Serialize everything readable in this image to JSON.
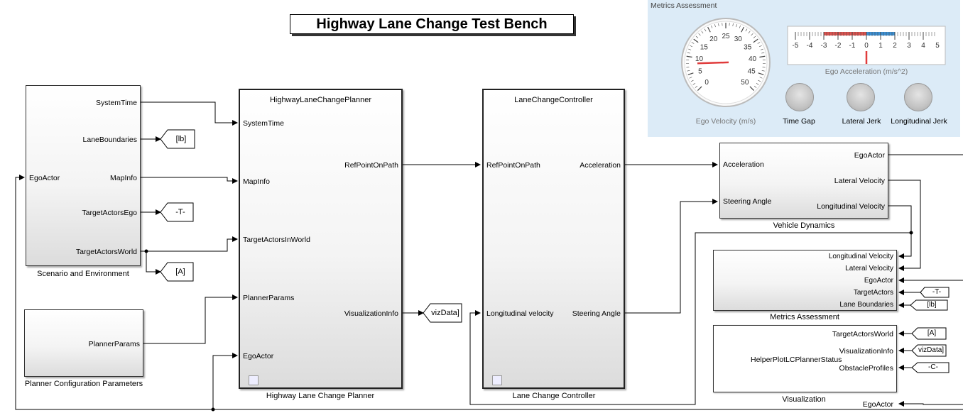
{
  "title": "Highway Lane Change Test Bench",
  "dashboard": {
    "title": "Metrics Assessment",
    "gauge_label": "Ego Velocity (m/s)",
    "gauge_ticks": [
      "0",
      "5",
      "10",
      "15",
      "20",
      "25",
      "30",
      "35",
      "40",
      "45",
      "50"
    ],
    "gauge_value": 8,
    "linear_label": "Ego Acceleration (m/s^2)",
    "linear_ticks": [
      "-5",
      "-4",
      "-3",
      "-2",
      "-1",
      "0",
      "1",
      "2",
      "3",
      "4",
      "5"
    ],
    "linear_value": 0,
    "lamps": [
      "Time Gap",
      "Lateral Jerk",
      "Longitudinal Jerk"
    ],
    "colors": {
      "red_band": "#d9534f",
      "blue_band": "#3d8fd1",
      "needle": "#e03c3c",
      "background": "#dcebf7"
    }
  },
  "scenario": {
    "label": "Scenario and Environment",
    "inputs": [
      "EgoActor"
    ],
    "outputs": [
      "SystemTime",
      "LaneBoundaries",
      "MapInfo",
      "TargetActorsEgo",
      "TargetActorsWorld"
    ]
  },
  "planner_config": {
    "label": "Planner Configuration Parameters",
    "outputs": [
      "PlannerParams"
    ]
  },
  "planner": {
    "title": "HighwayLaneChangePlanner",
    "label": "Highway Lane Change Planner",
    "inputs": [
      "SystemTime",
      "MapInfo",
      "TargetActorsInWorld",
      "PlannerParams",
      "EgoActor"
    ],
    "outputs": [
      "RefPointOnPath",
      "VisualizationInfo"
    ]
  },
  "controller": {
    "title": "LaneChangeController",
    "label": "Lane Change Controller",
    "inputs": [
      "RefPointOnPath",
      "Longitudinal velocity"
    ],
    "outputs": [
      "Acceleration",
      "Steering Angle"
    ]
  },
  "vehicle": {
    "label": "Vehicle Dynamics",
    "inputs": [
      "Acceleration",
      "Steering Angle"
    ],
    "outputs": [
      "EgoActor",
      "Lateral Velocity",
      "Longitudinal Velocity"
    ]
  },
  "metrics": {
    "label": "Metrics Assessment",
    "inputs": [
      "Longitudinal Velocity",
      "Lateral Velocity",
      "EgoActor",
      "TargetActors",
      "Lane Boundaries"
    ]
  },
  "visualization": {
    "label": "Visualization",
    "center": "HelperPlotLCPlannerStatus",
    "inputs": [
      "TargetActorsWorld",
      "VisualizationInfo",
      "ObstacleProfiles",
      "EgoActor"
    ]
  },
  "tags": {
    "lb_goto": "[lb]",
    "t_goto": "-T-",
    "a_goto": "[A]",
    "viz_goto": "vizData]",
    "t_from": "-T-",
    "lb_from": "[lb]",
    "a_from": "[A]",
    "viz_from": "vizData]",
    "c_from": "-C-"
  }
}
